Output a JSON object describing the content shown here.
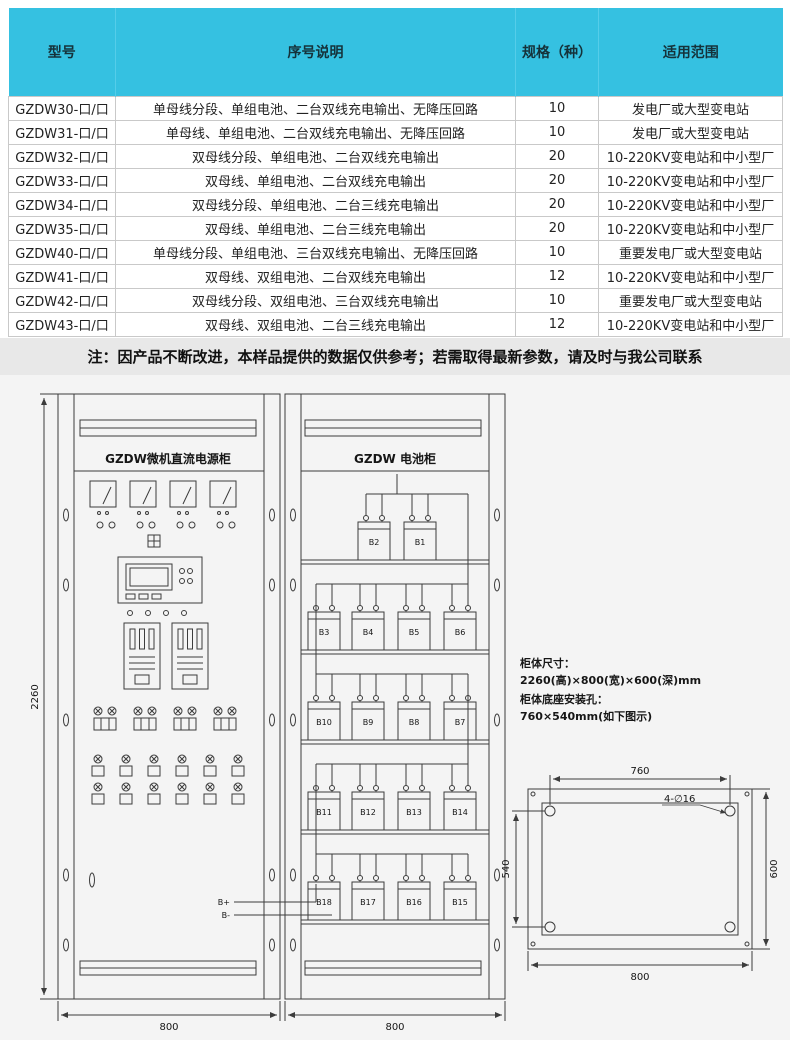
{
  "table": {
    "headers": [
      "型号",
      "序号说明",
      "规格（种）",
      "适用范围"
    ],
    "rows": [
      [
        "GZDW30-口/口",
        "单母线分段、单组电池、二台双线充电输出、无降压回路",
        "10",
        "发电厂或大型变电站"
      ],
      [
        "GZDW31-口/口",
        "单母线、单组电池、二台双线充电输出、无降压回路",
        "10",
        "发电厂或大型变电站"
      ],
      [
        "GZDW32-口/口",
        "双母线分段、单组电池、二台双线充电输出",
        "20",
        "10-220KV变电站和中小型厂"
      ],
      [
        "GZDW33-口/口",
        "双母线、单组电池、二台双线充电输出",
        "20",
        "10-220KV变电站和中小型厂"
      ],
      [
        "GZDW34-口/口",
        "双母线分段、单组电池、二台三线充电输出",
        "20",
        "10-220KV变电站和中小型厂"
      ],
      [
        "GZDW35-口/口",
        "双母线、单组电池、二台三线充电输出",
        "20",
        "10-220KV变电站和中小型厂"
      ],
      [
        "GZDW40-口/口",
        "单母线分段、单组电池、三台双线充电输出、无降压回路",
        "10",
        "重要发电厂或大型变电站"
      ],
      [
        "GZDW41-口/口",
        "双母线、双组电池、二台双线充电输出",
        "12",
        "10-220KV变电站和中小型厂"
      ],
      [
        "GZDW42-口/口",
        "双母线分段、双组电池、三台双线充电输出",
        "10",
        "重要发电厂或大型变电站"
      ],
      [
        "GZDW43-口/口",
        "双母线、双组电池、二台三线充电输出",
        "12",
        "10-220KV变电站和中小型厂"
      ]
    ]
  },
  "note": "注：因产品不断改进，本样品提供的数据仅供参考；若需取得最新参数，请及时与我公司联系",
  "colors": {
    "header_cyan": "#35c1e1",
    "note_gray": "#e8e8e8",
    "line": "#3c3c3c"
  },
  "diagram": {
    "left_title": "GZDW微机直流电源柜",
    "right_title": "GZDW 电池柜",
    "bus_pos": "B+",
    "bus_neg": "B-",
    "dims": {
      "height": "2260",
      "width_left": "800",
      "width_right": "800"
    },
    "batteries_row1": [
      "B2",
      "B1"
    ],
    "batteries_row2": [
      "B3",
      "B4",
      "B5",
      "B6"
    ],
    "batteries_row3": [
      "B10",
      "B9",
      "B8",
      "B7"
    ],
    "batteries_row4": [
      "B11",
      "B12",
      "B13",
      "B14"
    ],
    "batteries_row5": [
      "B18",
      "B17",
      "B16",
      "B15"
    ],
    "spec_lines": [
      "柜体尺寸：",
      "2260(高)×800(宽)×600(深)mm",
      "柜体底座安装孔：",
      "760×540mm(如下图示)"
    ],
    "base": {
      "top_dim": "760",
      "left_dim": "540",
      "right_dim": "600",
      "bottom_dim": "800",
      "hole_label": "4-∅16"
    }
  }
}
